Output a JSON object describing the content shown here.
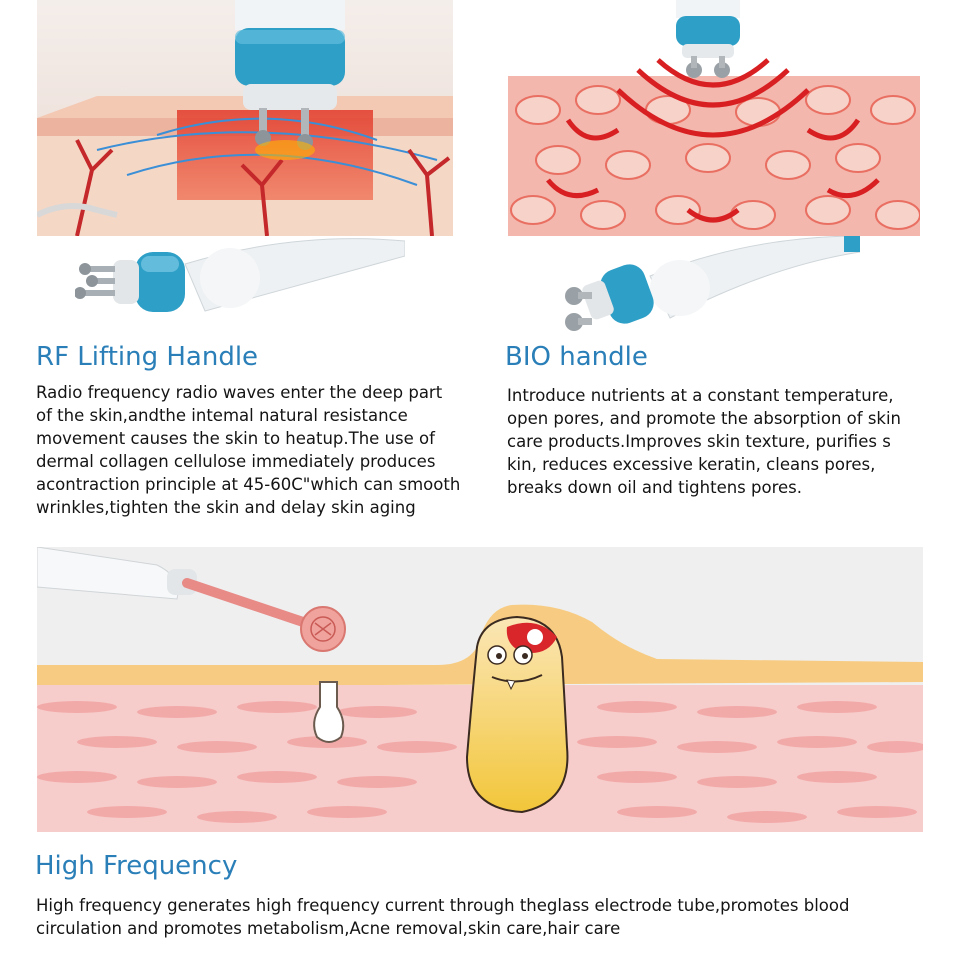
{
  "sections": [
    {
      "title": "RF Lifting Handle",
      "lines": [
        "Radio frequency radio waves enter the deep part",
        "of the skin,andthe intemal natural resistance",
        "movement causes the skin to heatup.The use of",
        "dermal collagen cellulose immediately produces",
        "acontraction principle at 45-60C\"which can smooth",
        "wrinkles,tighten the skin and delay skin aging"
      ]
    },
    {
      "title": "BIO handle",
      "lines": [
        "Introduce nutrients at a constant temperature,",
        "open pores, and promote the absorption of skin",
        "care products.Improves skin texture, purifies s",
        "kin, reduces excessive keratin, cleans pores,",
        "breaks down oil and tightens pores."
      ]
    },
    {
      "title": "High Frequency",
      "lines": [
        "High frequency generates high frequency current through theglass electrode tube,promotes blood",
        "circulation and promotes metabolism,Acne removal,skin care,hair care"
      ]
    }
  ],
  "colors": {
    "title": "#2a7fb8",
    "text": "#141414",
    "handle_blue": "#2e9fc7",
    "skin_red": "#e8554e",
    "skin_pink": "#f3c4c2",
    "fat_yellow": "#f5d98a"
  },
  "icons": [
    "rf-handle-icon",
    "bio-handle-icon",
    "high-frequency-wand-icon",
    "acne-bacteria-icon"
  ]
}
